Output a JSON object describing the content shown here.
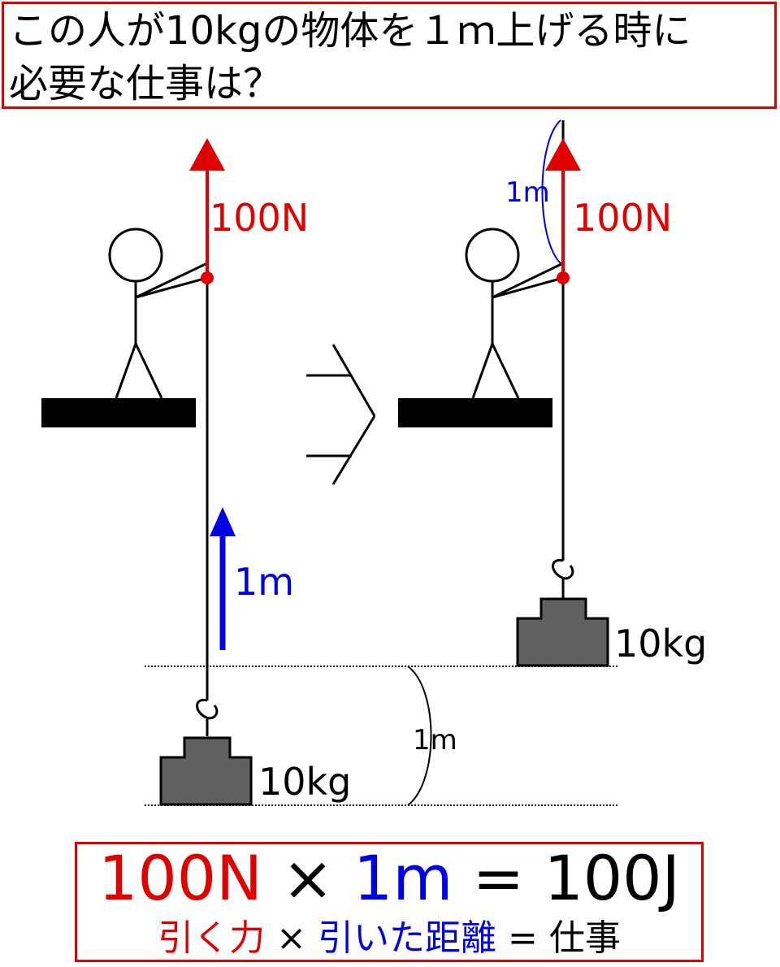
{
  "title": {
    "line1": "この人が10kgの物体を１ｍ上げる時に",
    "line2": "必要な仕事は？"
  },
  "diagram": {
    "force_label_before": "100N",
    "force_label_after": "100N",
    "distance_label_arrow": "1m",
    "distance_label_rope": "1m",
    "distance_label_height": "1m",
    "mass_label_before": "10kg",
    "mass_label_after": "10kg"
  },
  "formula": {
    "force": "100N",
    "times": "×",
    "distance": "1m",
    "equals": "=",
    "work": "100J"
  },
  "words": {
    "force": "引く力",
    "times": "×",
    "distance": "引いた距離",
    "equals": "=",
    "work": "仕事"
  },
  "colors": {
    "red": "#e00000",
    "blue": "#0000e6",
    "weight": "#606060",
    "black": "#000000"
  }
}
